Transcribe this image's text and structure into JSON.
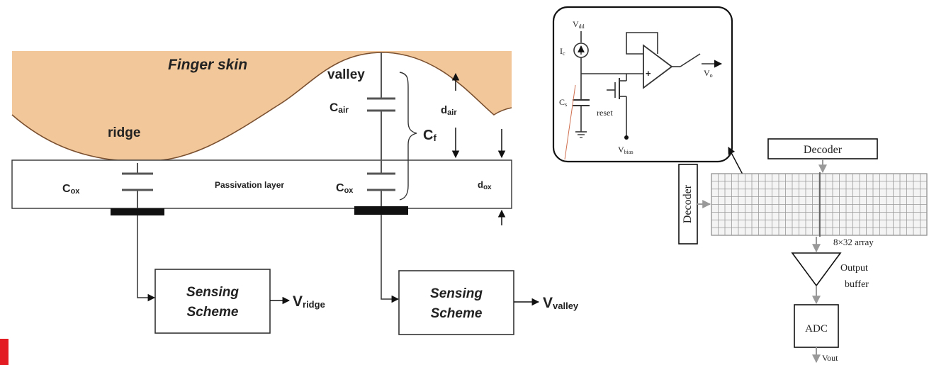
{
  "left_diagram": {
    "finger_skin_label": "Finger skin",
    "ridge_label": "ridge",
    "valley_label": "valley",
    "c_air": {
      "base": "C",
      "sub": "air"
    },
    "c_f": {
      "base": "C",
      "sub": "f"
    },
    "d_air": {
      "base": "d",
      "sub": "air"
    },
    "c_ox_left": {
      "base": "C",
      "sub": "ox"
    },
    "c_ox_right": {
      "base": "C",
      "sub": "ox"
    },
    "d_ox": {
      "base": "d",
      "sub": "ox"
    },
    "passivation_label": "Passivation layer",
    "sensing_left": {
      "line1": "Sensing",
      "line2": "Scheme"
    },
    "sensing_right": {
      "line1": "Sensing",
      "line2": "Scheme"
    },
    "v_ridge": {
      "base": "V",
      "sub": "ridge"
    },
    "v_valley": {
      "base": "V",
      "sub": "valley"
    }
  },
  "right_diagram": {
    "circuit": {
      "vdd": {
        "base": "V",
        "sub": "dd"
      },
      "ic": {
        "base": "I",
        "sub": "c"
      },
      "cs": {
        "base": "C",
        "sub": "s"
      },
      "reset": "reset",
      "vbias": {
        "base": "V",
        "sub": "bias"
      },
      "vo": {
        "base": "V",
        "sub": "o"
      },
      "plus": "+"
    },
    "decoder_top": "Decoder",
    "decoder_left": "Decoder",
    "array_label": "8×32 array",
    "output_buffer": {
      "line1": "Output",
      "line2": "buffer"
    },
    "adc": "ADC",
    "vout": "Vout"
  },
  "colors": {
    "skin": "#f2c89b",
    "accent_red": "#e31b23",
    "array_grid": "#9a9a9a"
  }
}
